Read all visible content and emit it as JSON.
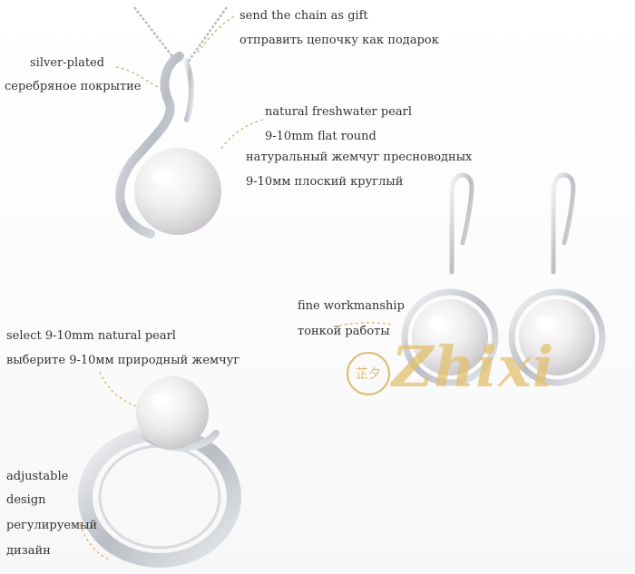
{
  "labels": {
    "chain_en": "send the chain as gift",
    "chain_ru": "отправить цепочку как подарок",
    "silver_en": "silver-plated",
    "silver_ru": "серебряное покрытие",
    "pearl_en": "natural freshwater pearl",
    "pearl_size_en": "9-10mm flat round",
    "pearl_ru": "натуральный жемчуг пресноводных",
    "pearl_size_ru": "9-10мм плоский круглый",
    "work_en": "fine workmanship",
    "work_ru": "тонкой работы",
    "select_en": "select 9-10mm natural pearl",
    "select_ru": "выберите 9-10мм природный жемчуг",
    "adj_en_1": "adjustable",
    "adj_en_2": "design",
    "adj_ru_1": "регулируемый",
    "adj_ru_2": "дизайн"
  },
  "logo": {
    "seal": "芷夕",
    "word": "Zhixi",
    "color": "#e2c06d"
  },
  "colors": {
    "silver": "#c9ccd1",
    "pearl": "#f3f2f1",
    "arrow": "#d9b77a"
  },
  "icons": [
    "pendant-necklace-icon",
    "pearl-earring-icon",
    "pearl-ring-icon"
  ]
}
